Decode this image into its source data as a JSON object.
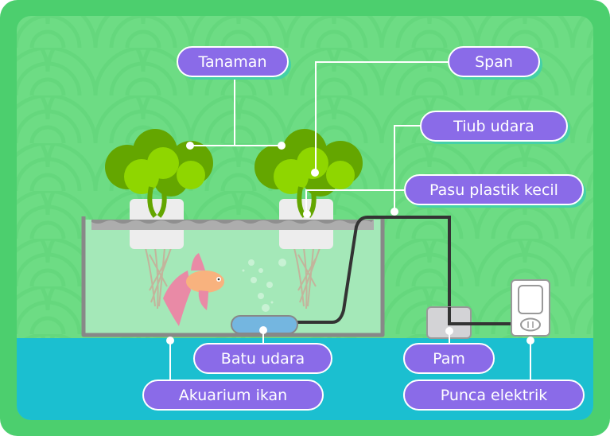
{
  "colors": {
    "frame": "#4ccf6e",
    "background": "#6ddc84",
    "ground": "#1bbfd0",
    "label_fill": "#8a6be8",
    "label_shadow": "#45d0a8"
  },
  "labels": {
    "plant": "Tanaman",
    "sponge": "Span",
    "air_tube": "Tiub udara",
    "plastic_pot": "Pasu plastik kecil",
    "air_stone": "Batu udara",
    "aquarium": "Akuarium ikan",
    "pump": "Pam",
    "power_outlet": "Punca elektrik"
  }
}
